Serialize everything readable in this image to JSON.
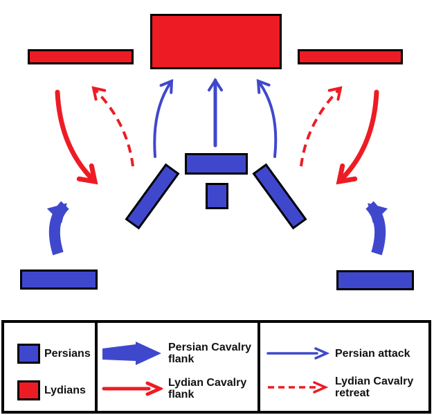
{
  "colors": {
    "persian_blue": "#3F48CC",
    "lydian_red": "#ED1C24",
    "outline": "#000000",
    "background": "#FFFFFF"
  },
  "diagram": {
    "formations": {
      "lydian": [
        "lydian-center-formation",
        "lydian-left-wing",
        "lydian-right-wing"
      ],
      "persian": [
        "persian-center-line",
        "persian-reserve-square",
        "persian-left-angled-line",
        "persian-right-angled-line",
        "persian-left-cavalry",
        "persian-right-cavalry"
      ]
    },
    "arrows": {
      "persian_attack": 3,
      "lydian_cavalry_flank": 2,
      "lydian_cavalry_retreat": 2,
      "persian_cavalry_flank": 2
    }
  },
  "legend": {
    "sections": [
      {
        "items": [
          {
            "symbol": "blue-square",
            "label": "Persians"
          },
          {
            "symbol": "red-square",
            "label": "Lydians"
          }
        ]
      },
      {
        "items": [
          {
            "symbol": "thick-blue-block-arrow",
            "label": "Persian Cavalry flank"
          },
          {
            "symbol": "red-solid-arrow",
            "label": "Lydian Cavalry flank"
          }
        ]
      },
      {
        "items": [
          {
            "symbol": "thin-blue-arrow",
            "label": "Persian attack"
          },
          {
            "symbol": "red-dashed-arrow",
            "label": "Lydian Cavalry retreat"
          }
        ]
      }
    ]
  }
}
